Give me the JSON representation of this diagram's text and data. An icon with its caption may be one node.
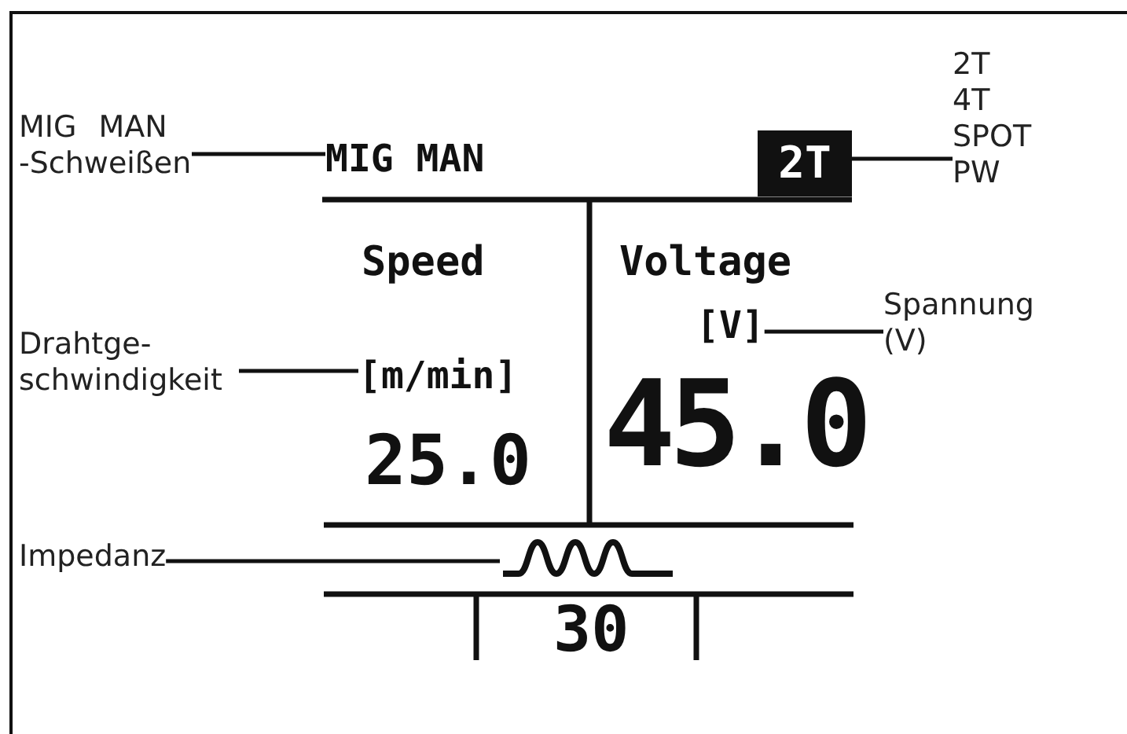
{
  "diagram": {
    "nodes": [
      {
        "text": [
          "MIG MAN -Schweißen"
        ]
      },
      {
        "text": [
          "MIG MAN"
        ]
      },
      {
        "text": [
          "2T"
        ]
      },
      {
        "text": [
          "2T 4T SPOT PW"
        ]
      },
      {
        "text": [
          "Spannung (V)"
        ]
      },
      {
        "text": [
          "[V]"
        ]
      },
      {
        "text": [
          "Drahtge- schwindigkeit"
        ]
      },
      {
        "text": [
          "[m/min]"
        ]
      },
      {
        "text": [
          "Impedanz"
        ]
      },
      {
        "text": [],
        "shape": "picture"
      }
    ],
    "edges": [
      {
        "from": 0,
        "to": 1,
        "arrow": "none"
      },
      {
        "from": 3,
        "to": 2,
        "arrow": "none"
      },
      {
        "from": 4,
        "to": 5,
        "arrow": "none"
      },
      {
        "from": 6,
        "to": 7,
        "arrow": "none"
      },
      {
        "from": 8,
        "to": 9,
        "arrow": "none"
      }
    ],
    "labels": [
      "Speed",
      "Voltage",
      "25.0",
      "45.0",
      "30"
    ]
  }
}
